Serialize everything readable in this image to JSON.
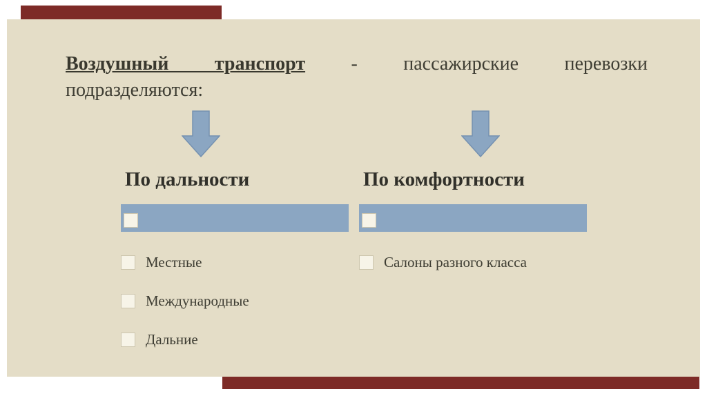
{
  "title": {
    "lead": "Воздушный транспорт",
    "dash": "-",
    "line1_rest": "пассажирские перевозки",
    "line2": "подразделяются:"
  },
  "columns": [
    {
      "heading": "По дальности",
      "items": [
        "Местные",
        "Международные",
        "Дальние"
      ]
    },
    {
      "heading": "По комфортности",
      "items": [
        "Салоны разного класса"
      ]
    }
  ],
  "icons": {
    "arrow": "down-arrow-icon",
    "bullet": "square-bullet"
  },
  "colors": {
    "slide_background": "#e4ddc7",
    "accent_bar": "#7d2b27",
    "diagram_blue": "#8ba6c2",
    "bullet_fill": "#f7f4e8",
    "text": "#3e3d33"
  }
}
